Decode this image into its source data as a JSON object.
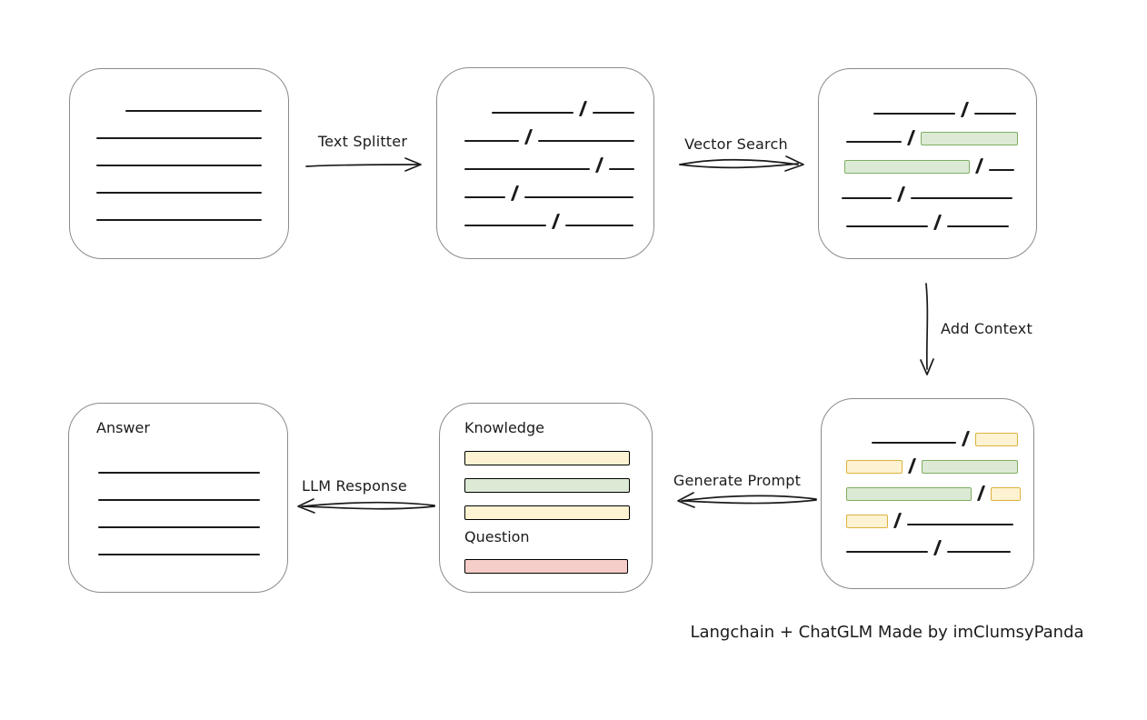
{
  "labels": {
    "text_splitter": "Text Splitter",
    "vector_search": "Vector Search",
    "add_context": "Add Context",
    "generate_prompt": "Generate Prompt",
    "llm_response": "LLM Response",
    "caption": "Langchain + ChatGLM Made by imClumsyPanda"
  },
  "colors": {
    "stroke": "#1b1b1b",
    "box_border": "#8b8b8b",
    "green_fill": "#dcead5",
    "green_border": "#7fae62",
    "yellow_fill": "#fdf3d2",
    "yellow_border": "#dcb23f",
    "red_fill": "#f5cdc9",
    "red_border": "#c4625a"
  },
  "arrows": {
    "text_splitter": {
      "label": "Text Splitter",
      "direction": "right"
    },
    "vector_search": {
      "label": "Vector Search",
      "direction": "right"
    },
    "add_context": {
      "label": "Add Context",
      "direction": "down"
    },
    "generate_prompt": {
      "label": "Generate Prompt",
      "direction": "left"
    },
    "llm_response": {
      "label": "LLM Response",
      "direction": "left"
    }
  },
  "diagram": {
    "boxes": {
      "source_document": {
        "rows": [
          {
            "indent": 61,
            "segs": [
              {
                "t": "line",
                "w": 150
              }
            ]
          },
          {
            "indent": 29,
            "segs": [
              {
                "t": "line",
                "w": 182
              }
            ]
          },
          {
            "indent": 29,
            "segs": [
              {
                "t": "line",
                "w": 182
              }
            ]
          },
          {
            "indent": 29,
            "segs": [
              {
                "t": "line",
                "w": 182
              }
            ]
          },
          {
            "indent": 29,
            "segs": [
              {
                "t": "line",
                "w": 182
              }
            ]
          }
        ]
      },
      "split_chunks": {
        "rows": [
          {
            "indent": 60,
            "segs": [
              {
                "t": "line",
                "w": 90
              },
              {
                "t": "slash"
              },
              {
                "t": "line",
                "w": 46
              }
            ]
          },
          {
            "indent": 30,
            "segs": [
              {
                "t": "line",
                "w": 60
              },
              {
                "t": "slash"
              },
              {
                "t": "line",
                "w": 106
              }
            ]
          },
          {
            "indent": 30,
            "segs": [
              {
                "t": "line",
                "w": 138
              },
              {
                "t": "slash"
              },
              {
                "t": "line",
                "w": 28
              }
            ]
          },
          {
            "indent": 30,
            "segs": [
              {
                "t": "line",
                "w": 45
              },
              {
                "t": "slash"
              },
              {
                "t": "line",
                "w": 120
              }
            ]
          },
          {
            "indent": 30,
            "segs": [
              {
                "t": "line",
                "w": 90
              },
              {
                "t": "slash"
              },
              {
                "t": "line",
                "w": 75
              }
            ]
          }
        ]
      },
      "retrieved_chunks": {
        "rows": [
          {
            "indent": 60,
            "segs": [
              {
                "t": "line",
                "w": 90
              },
              {
                "t": "slash"
              },
              {
                "t": "line",
                "w": 46
              }
            ]
          },
          {
            "indent": 30,
            "segs": [
              {
                "t": "line",
                "w": 61
              },
              {
                "t": "slash"
              },
              {
                "t": "chip",
                "c": "green",
                "w": 107
              }
            ]
          },
          {
            "indent": 28,
            "segs": [
              {
                "t": "chip",
                "c": "green",
                "w": 138
              },
              {
                "t": "slash"
              },
              {
                "t": "line",
                "w": 28
              }
            ]
          },
          {
            "indent": 25,
            "segs": [
              {
                "t": "line",
                "w": 55
              },
              {
                "t": "slash"
              },
              {
                "t": "line",
                "w": 112
              }
            ]
          },
          {
            "indent": 30,
            "segs": [
              {
                "t": "line",
                "w": 90
              },
              {
                "t": "slash"
              },
              {
                "t": "line",
                "w": 68
              }
            ]
          }
        ]
      },
      "context_chunks": {
        "rows": [
          {
            "indent": 55,
            "segs": [
              {
                "t": "line",
                "w": 93
              },
              {
                "t": "slash"
              },
              {
                "t": "chip",
                "c": "yellow",
                "w": 47
              }
            ]
          },
          {
            "indent": 27,
            "segs": [
              {
                "t": "chip",
                "c": "yellow",
                "w": 62
              },
              {
                "t": "slash"
              },
              {
                "t": "chip",
                "c": "green",
                "w": 106
              }
            ]
          },
          {
            "indent": 27,
            "segs": [
              {
                "t": "chip",
                "c": "green",
                "w": 138
              },
              {
                "t": "slash"
              },
              {
                "t": "chip",
                "c": "yellow",
                "w": 33
              }
            ]
          },
          {
            "indent": 27,
            "segs": [
              {
                "t": "chip",
                "c": "yellow",
                "w": 46
              },
              {
                "t": "slash"
              },
              {
                "t": "line",
                "w": 117
              }
            ]
          },
          {
            "indent": 27,
            "segs": [
              {
                "t": "line",
                "w": 90
              },
              {
                "t": "slash"
              },
              {
                "t": "line",
                "w": 70
              }
            ]
          }
        ]
      },
      "answer_lines": {
        "rows": [
          {
            "indent": 32,
            "segs": [
              {
                "t": "line",
                "w": 178
              }
            ]
          },
          {
            "indent": 32,
            "segs": [
              {
                "t": "line",
                "w": 178
              }
            ]
          },
          {
            "indent": 32,
            "segs": [
              {
                "t": "line",
                "w": 178
              }
            ]
          },
          {
            "indent": 32,
            "segs": [
              {
                "t": "line",
                "w": 178
              }
            ]
          }
        ]
      }
    },
    "prompt_box": {
      "knowledge_label": "Knowledge",
      "question_label": "Question",
      "knowledge_bars": [
        "yellow",
        "green",
        "yellow"
      ],
      "question_bars": [
        "red"
      ]
    },
    "answer_box": {
      "label": "Answer"
    }
  }
}
